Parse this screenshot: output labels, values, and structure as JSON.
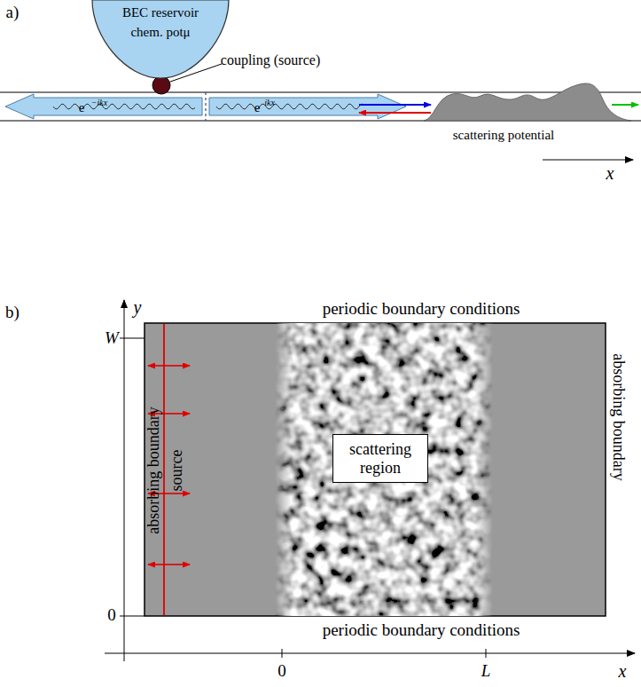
{
  "diagram": {
    "nodes": [
      {
        "text": [
          "BEC reservoir",
          "chem. potμ"
        ]
      },
      {
        "text": [
          "scattering potential"
        ]
      },
      {
        "text": [
          "scattering region"
        ]
      }
    ],
    "labels": [
      "a)",
      "coupling (source)",
      "e",
      "−ikx",
      "e",
      "ikx",
      "x",
      "b)",
      "y",
      "W",
      "0",
      "periodic boundary conditions",
      "absorbing boundary",
      "source",
      "absorbing boundary",
      "periodic boundary conditions",
      "0",
      "L",
      "x"
    ]
  }
}
